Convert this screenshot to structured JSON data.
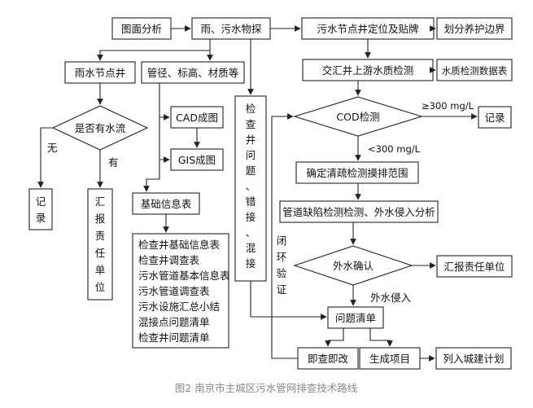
{
  "figure": {
    "caption": "图2 南京市主城区污水管网排查技术路线"
  },
  "nodes": {
    "map_analysis": "图面分析",
    "rain_sewage_survey": "雨、污水物探",
    "sewage_node_locate": "污水节点井定位及贴牌",
    "define_maintenance_boundary": "划分养护边界",
    "rain_node_well": "雨水节点井",
    "pipe_attrs": "管径、标高、材质等",
    "inspect_well_col": [
      "检",
      "查",
      "井",
      "问",
      "题",
      "、",
      "错",
      "接",
      "、",
      "混",
      "接"
    ],
    "junction_water_test": "交汇井上游水质检测",
    "water_quality_table": "水质检测数据表",
    "has_water_flow": "是否有水流",
    "no_label": "无",
    "yes_label": "有",
    "record_left": [
      "记",
      "录"
    ],
    "report_unit_col": [
      "汇",
      "报",
      "责",
      "任",
      "单",
      "位"
    ],
    "cad_map": "CAD成图",
    "gis_map": "GIS成图",
    "cod_test": "COD检测",
    "cod_high": "≥300 mg/L",
    "cod_low": "<300 mg/L",
    "record_right": "记录",
    "dredge_scope": "确定清疏检测摸排范围",
    "basic_info_table": "基础信息表",
    "info_list": [
      "检查井基础信息表",
      "检查井调查表",
      "污水管道基本信息表",
      "污水管道调查表",
      "污水设施汇总小结",
      "混接点问题清单",
      "检查井问题清单"
    ],
    "defect_analysis": "管道缺陷检测检测、外水侵入分析",
    "closed_loop_col": [
      "闭",
      "环",
      "验",
      "证"
    ],
    "external_water_confirm": "外水确认",
    "external_water_intrusion": "外水侵入",
    "report_unit": "汇报责任单位",
    "problem_list": "问题清单",
    "fix_now": "即查即改",
    "create_project": "生成项目",
    "city_plan": "列入城建计划"
  },
  "colors": {
    "stroke": "#222222",
    "caption": "#8a8a8a"
  }
}
